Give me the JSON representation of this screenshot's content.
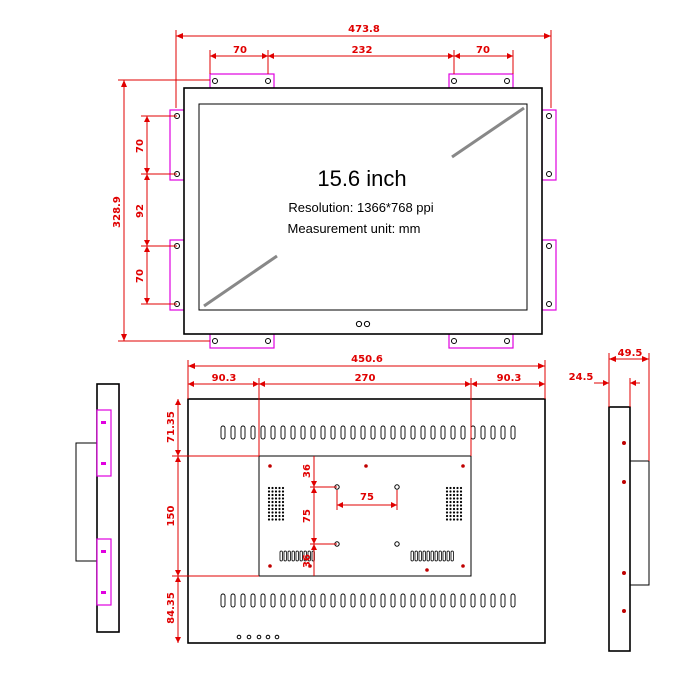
{
  "front_view": {
    "title": "15.6 inch",
    "resolution": "Resolution: 1366*768 ppi",
    "unit": "Measurement unit: mm",
    "dim_width": "473.8",
    "dim_top_left": "70",
    "dim_top_mid": "232",
    "dim_top_right": "70",
    "dim_height": "328.9",
    "dim_left_1": "70",
    "dim_left_2": "92",
    "dim_left_3": "70"
  },
  "back_view": {
    "dim_width": "450.6",
    "dim_left": "90.3",
    "dim_mid": "270",
    "dim_right": "90.3",
    "dim_v_top": "71.35",
    "dim_v_mid": "150",
    "dim_v_bottom": "84.35",
    "vesa_36": "36",
    "vesa_75_h": "75",
    "vesa_75_v": "75",
    "vesa_36_b": "36"
  },
  "side_view": {
    "dim_depth": "49.5",
    "dim_frame": "24.5"
  },
  "colors": {
    "dimension": "#e00000",
    "bracket": "#e000e0",
    "outline": "#000000"
  }
}
